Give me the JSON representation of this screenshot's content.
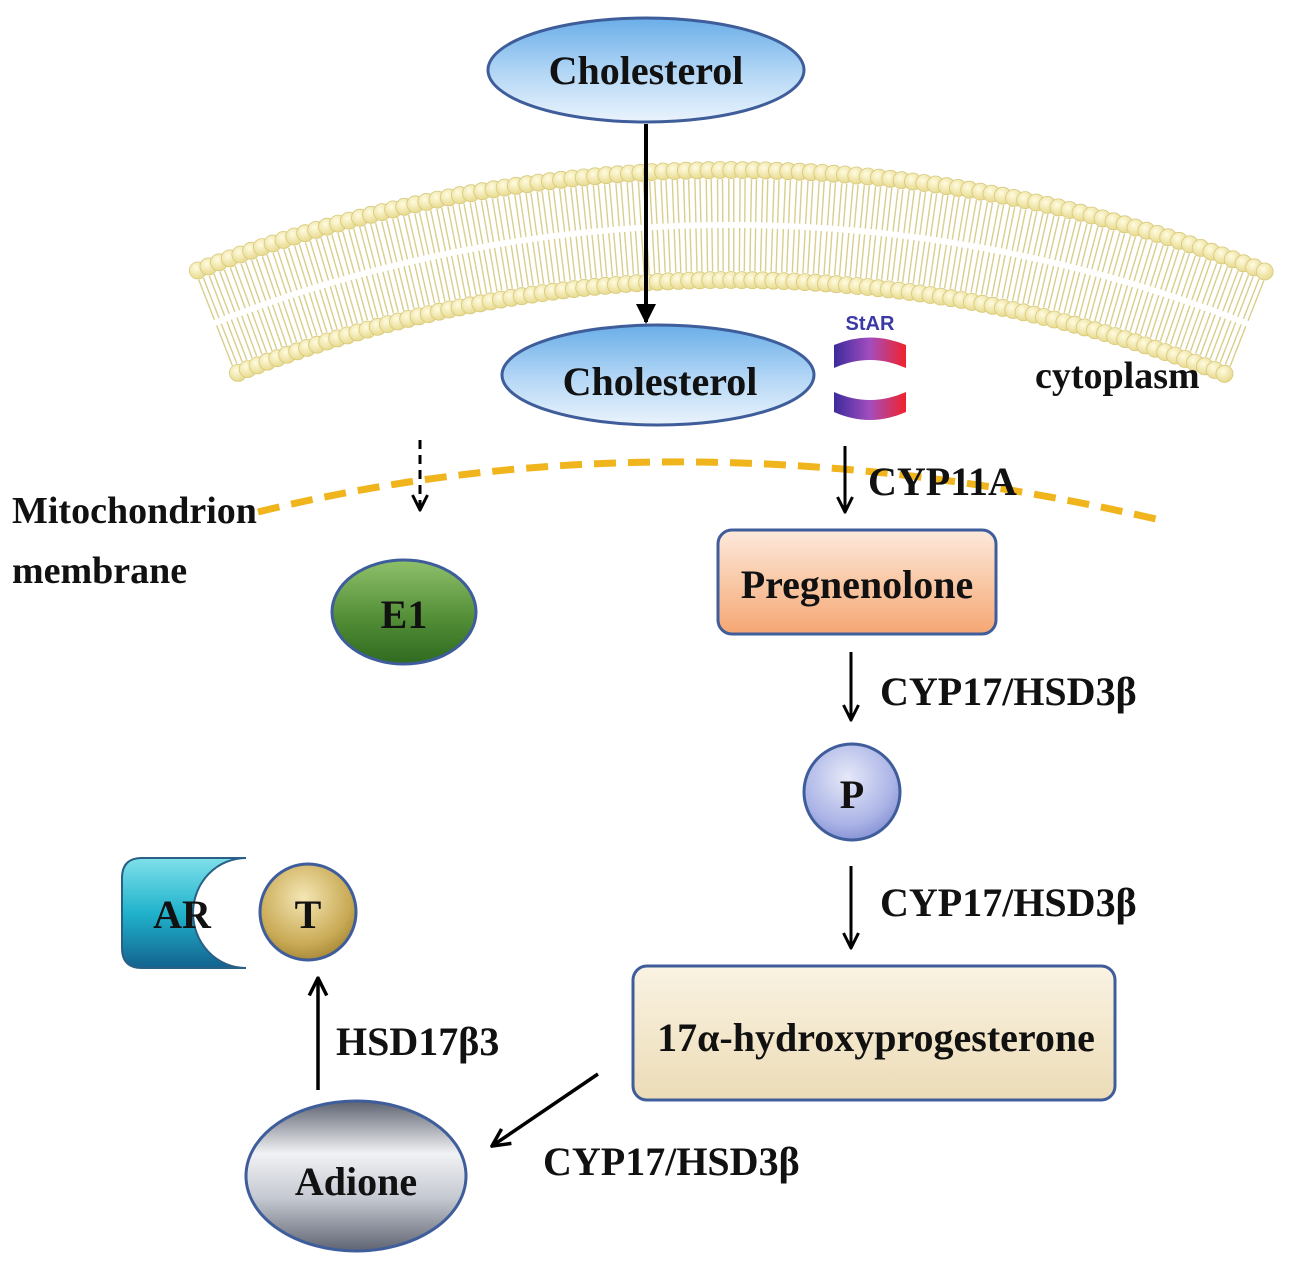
{
  "nodes": {
    "cholesterol_outer": "Cholesterol",
    "cholesterol_inner": "Cholesterol",
    "star": "StAR",
    "e1": "E1",
    "pregnenolone": "Pregnenolone",
    "p": "P",
    "hydroxyprogesterone": "17α-hydroxyprogesterone",
    "adione": "Adione",
    "t": "T",
    "ar": "AR"
  },
  "labels": {
    "cytoplasm": "cytoplasm",
    "mito_line1": "Mitochondrion",
    "mito_line2": "membrane"
  },
  "enzymes": {
    "cyp11a": "CYP11A",
    "cyp17_1": "CYP17/HSD3β",
    "cyp17_2": "CYP17/HSD3β",
    "cyp17_3": "CYP17/HSD3β",
    "hsd17": "HSD17β3"
  },
  "colors": {
    "cholesterol_fill": "#8fc3f0",
    "pregnenolone_fill": "#f9c6a2",
    "e1_fill": "#4e8a32",
    "p_fill": "#a9b2e4",
    "hydroxy_fill": "#f1e3c2",
    "adione_fill": "#9aa0ac",
    "t_fill": "#c9aa55",
    "ar_fill": "#18a7c8",
    "membrane_dash": "#f0b41c",
    "lipid_head": "#f3e9a8",
    "border": "#4a6f9e"
  }
}
